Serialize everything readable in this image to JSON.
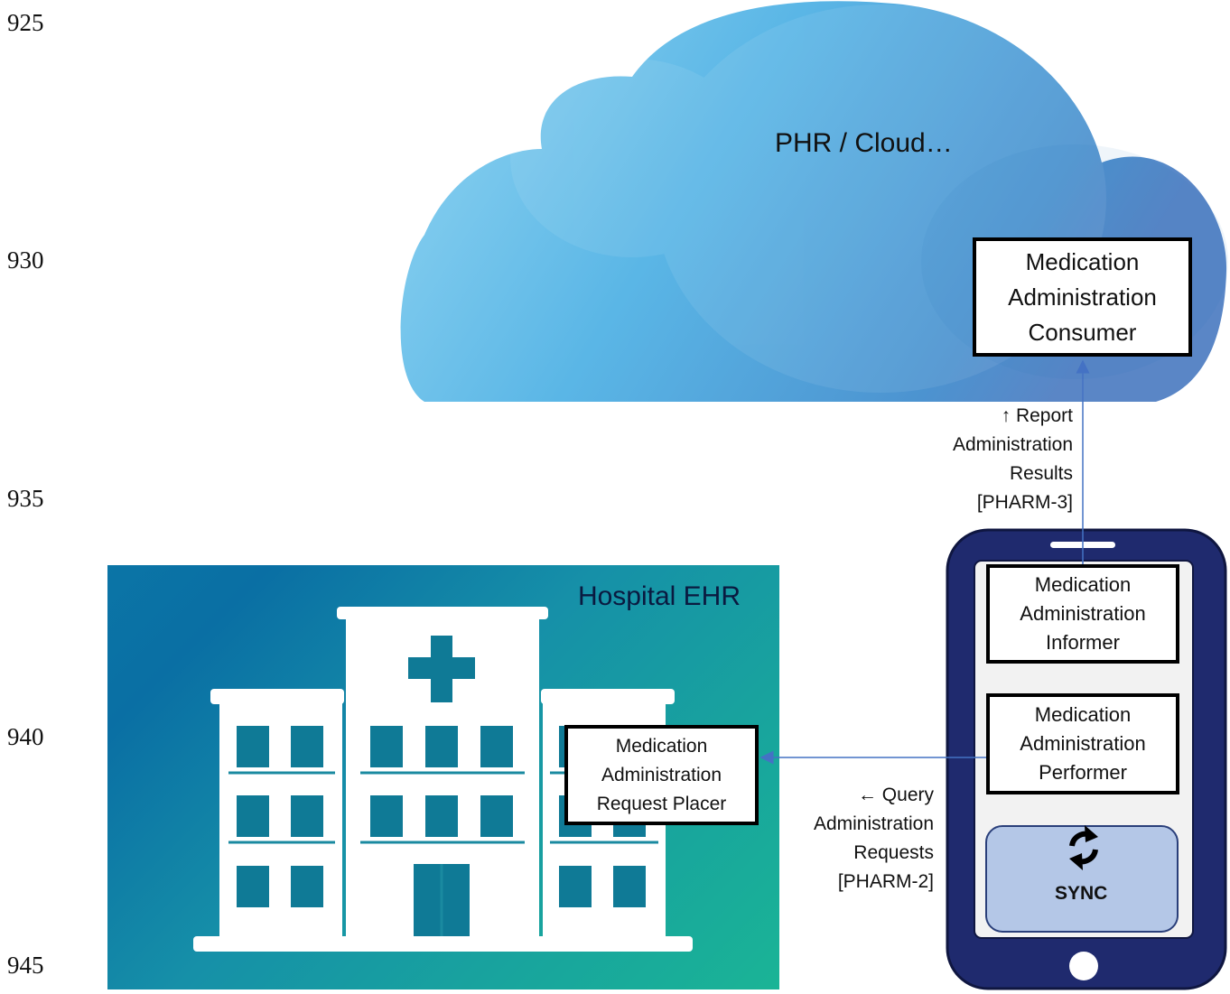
{
  "line_numbers": [
    "925",
    "930",
    "935",
    "940",
    "945"
  ],
  "cloud": {
    "label": "PHR / Cloud…"
  },
  "consumer": {
    "label": "Medication\nAdministration\nConsumer"
  },
  "informer": {
    "label": "Medication\nAdministration\nInformer"
  },
  "performer": {
    "label": "Medication\nAdministration\nPerformer"
  },
  "placer": {
    "label": "Medication\nAdministration\nRequest Placer"
  },
  "hospital": {
    "title": "Hospital EHR"
  },
  "report_edge": {
    "label": "↑ Report\nAdministration\nResults\n[PHARM-3]"
  },
  "query_edge": {
    "label": "← Query\nAdministration\nRequests\n[PHARM-2]"
  },
  "sync": {
    "label": "SYNC"
  },
  "colors": {
    "arrow": "#4472c4",
    "phone_body": "#1f2a6e",
    "sync_panel": "#b4c7e7",
    "hospital_building": "#ffffff",
    "hospital_window": "#0f7a96"
  }
}
